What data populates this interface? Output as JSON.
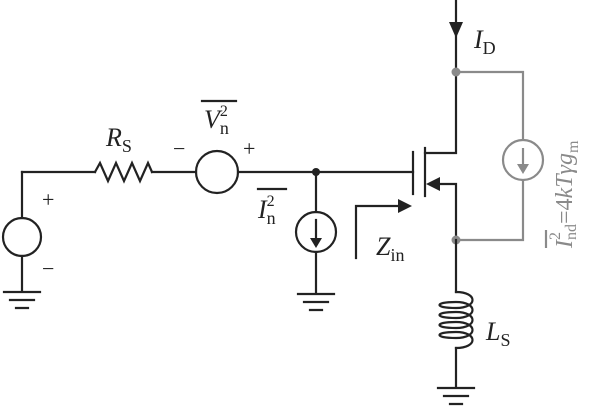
{
  "labels": {
    "rs": {
      "main": "R",
      "sub": "S"
    },
    "vn": {
      "main": "V",
      "sup": "2",
      "sub": "n"
    },
    "in": {
      "main": "I",
      "sup": "2",
      "sub": "n"
    },
    "zin": {
      "main": "Z",
      "sub": "in"
    },
    "id": {
      "main": "I",
      "sub": "D"
    },
    "ls": {
      "main": "L",
      "sub": "S"
    },
    "ind": {
      "main": "I",
      "sup": "2",
      "sub": "nd",
      "rhs": "=4",
      "k": "k",
      "T": "T",
      "gamma": "γ",
      "g": "g",
      "gsub": "m"
    }
  },
  "signs": {
    "source_plus": "+",
    "source_minus": "−",
    "vn_minus": "−",
    "vn_plus": "+"
  },
  "colors": {
    "wire": "#222222",
    "noise_source": "#8a8a8a"
  }
}
